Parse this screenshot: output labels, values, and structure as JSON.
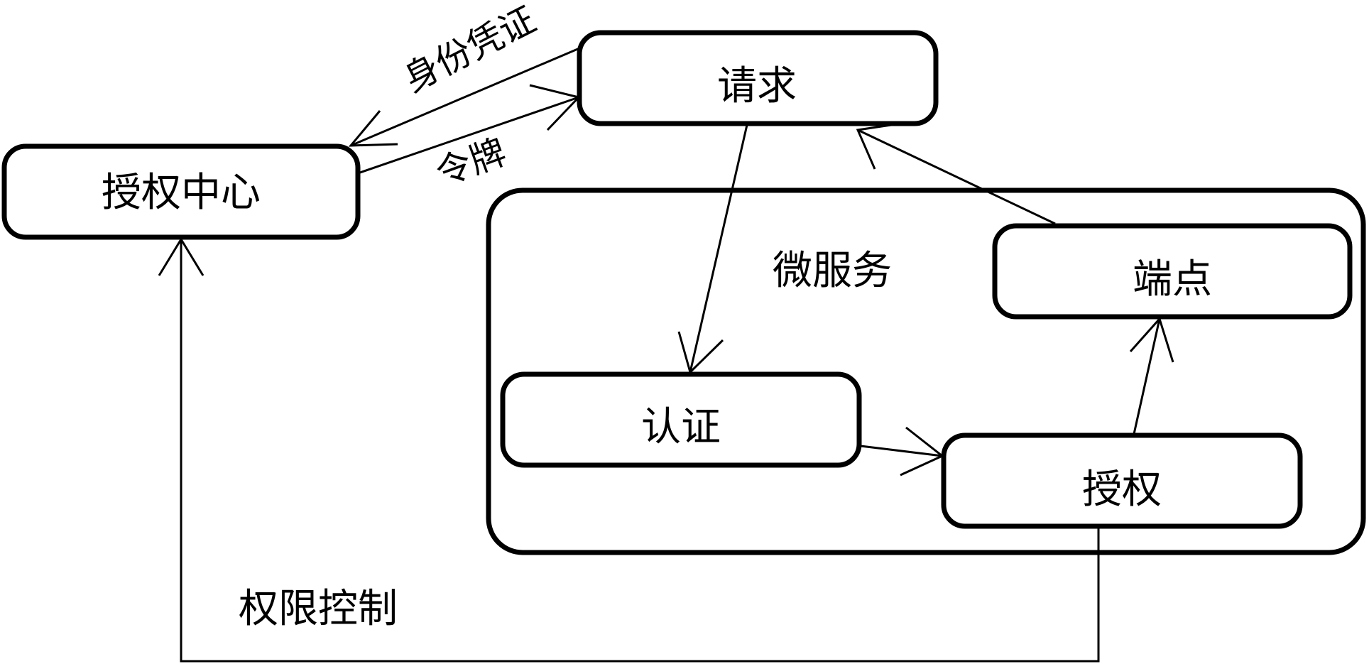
{
  "diagram": {
    "type": "flow",
    "colors": {
      "stroke": "#000000",
      "background": "#ffffff"
    },
    "nodes": {
      "auth_center": "授权中心",
      "request": "请求",
      "endpoint": "端点",
      "authentication": "认证",
      "authorization": "授权"
    },
    "groups": {
      "microservice": "微服务"
    },
    "edges": {
      "credentials": {
        "label": "身份凭证",
        "from": "request",
        "to": "auth_center"
      },
      "token": {
        "label": "令牌",
        "from": "auth_center",
        "to": "request"
      },
      "request_to_authentication": {
        "label": "",
        "from": "request",
        "to": "authentication"
      },
      "authentication_to_authorization": {
        "label": "",
        "from": "authentication",
        "to": "authorization"
      },
      "authorization_to_endpoint": {
        "label": "",
        "from": "authorization",
        "to": "endpoint"
      },
      "endpoint_to_request": {
        "label": "",
        "from": "endpoint",
        "to": "request"
      },
      "permission_control": {
        "label": "权限控制",
        "from": "authorization",
        "to": "auth_center"
      }
    }
  }
}
